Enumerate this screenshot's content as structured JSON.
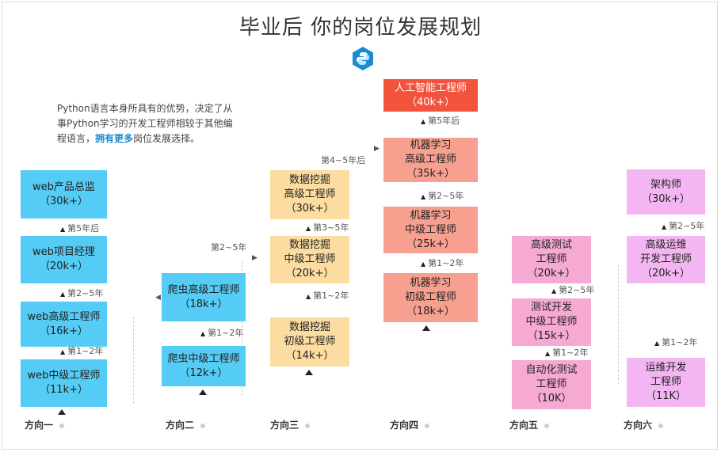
{
  "title": "毕业后 你的岗位发展规划",
  "intro": {
    "line1": "Python语言本身所具有的优势，决定了从",
    "line2": "事Python学习的开发工程师相较于其他编",
    "line3_pre": "程语言，",
    "line3_hl": "拥有更多",
    "line3_post": "岗位发展选择。"
  },
  "col1": {
    "label": "方向一",
    "b1": {
      "name": "web产品总监",
      "salary": "（30k+）"
    },
    "b2": {
      "name": "web项目经理",
      "salary": "（20k+）"
    },
    "b3": {
      "name": "web高级工程师",
      "salary": "（16k+）"
    },
    "b4": {
      "name": "web中级工程师",
      "salary": "（11k+）"
    },
    "t1": "第5年后",
    "t2": "第2~5年",
    "t3": "第1~2年"
  },
  "col2": {
    "label": "方向二",
    "b1": {
      "name": "爬虫高级工程师",
      "salary": "（18k+）"
    },
    "b2": {
      "name": "爬虫中级工程师",
      "salary": "（12k+）"
    },
    "t_side": "第2~5年",
    "t1": "第1~2年"
  },
  "col3": {
    "label": "方向三",
    "b1": {
      "l1": "数据挖掘",
      "l2": "高级工程师",
      "salary": "（30k+）"
    },
    "b2": {
      "l1": "数据挖掘",
      "l2": "中级工程师",
      "salary": "（20k+）"
    },
    "b3": {
      "l1": "数据挖掘",
      "l2": "初级工程师",
      "salary": "（14k+）"
    },
    "t_side": "第4~5年后",
    "t1": "第3~5年",
    "t2": "第1~2年"
  },
  "col4": {
    "label": "方向四",
    "b0": {
      "name": "人工智能工程师",
      "salary": "（40k+）"
    },
    "b1": {
      "l1": "机器学习",
      "l2": "高级工程师",
      "salary": "（35k+）"
    },
    "b2": {
      "l1": "机器学习",
      "l2": "中级工程师",
      "salary": "（25k+）"
    },
    "b3": {
      "l1": "机器学习",
      "l2": "初级工程师",
      "salary": "（18k+）"
    },
    "t0": "第5年后",
    "t1": "第2~5年",
    "t2": "第1~2年"
  },
  "col5": {
    "label": "方向五",
    "b1": {
      "l1": "高级测试",
      "l2": "工程师",
      "salary": "（20k+）"
    },
    "b2": {
      "l1": "测试开发",
      "l2": "中级工程师",
      "salary": "（15k+）"
    },
    "b3": {
      "l1": "自动化测试",
      "l2": "工程师",
      "salary": "（10K）"
    },
    "t1": "第2~5年",
    "t2": "第1~2年"
  },
  "col6": {
    "label": "方向六",
    "b1": {
      "name": "架构师",
      "salary": "（30k+）"
    },
    "b2": {
      "l1": "高级运维",
      "l2": "开发工程师",
      "salary": "（20k+）"
    },
    "b3": {
      "l1": "运维开发",
      "l2": "工程师",
      "salary": "（11K）"
    },
    "t1": "第2~5年",
    "t2": "第1~2年"
  },
  "colors": {
    "blue": "#55ccf5",
    "yellow": "#fcdca0",
    "salmon": "#f7a090",
    "red": "#f2533c",
    "pink1": "#f6a9d2",
    "pink2": "#f4b6f2",
    "logo": "#1a8bd0"
  },
  "icons": {
    "logo": "python-logo-icon",
    "arrow": "up-triangle-icon"
  }
}
